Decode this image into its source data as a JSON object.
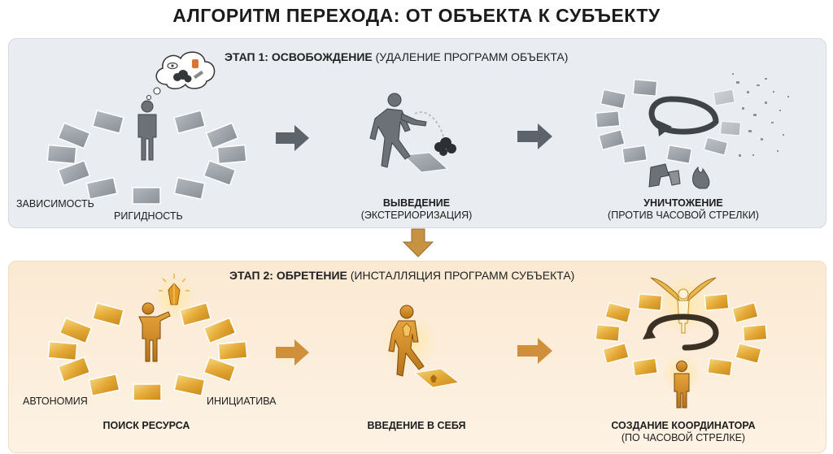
{
  "title": "АЛГОРИТМ ПЕРЕХОДА: ОТ ОБЪЕКТА К СУБЪЕКТУ",
  "stage1": {
    "title_bold": "ЭТАП 1: ОСВОБОЖДЕНИЕ",
    "title_rest": " (УДАЛЕНИЕ ПРОГРАММ ОБЪЕКТА)",
    "label_dependency": "ЗАВИСИМОСТЬ",
    "label_rigidity": "РИГИДНОСТЬ",
    "step2_title": "ВЫВЕДЕНИЕ",
    "step2_sub": "(ЭКСТЕРИОРИЗАЦИЯ)",
    "step3_title": "УНИЧТОЖЕНИЕ",
    "step3_sub": "(ПРОТИВ ЧАСОВОЙ СТРЕЛКИ)"
  },
  "stage2": {
    "title_bold": "ЭТАП 2: ОБРЕТЕНИЕ",
    "title_rest": " (ИНСТАЛЛЯЦИЯ ПРОГРАММ СУБЪЕКТА)",
    "label_autonomy": "АВТОНОМИЯ",
    "label_initiative": "ИНИЦИАТИВА",
    "step1_title": "ПОИСК РЕСУРСА",
    "step2_title": "ВВЕДЕНИЕ В СЕБЯ",
    "step3_title": "СОЗДАНИЕ КООРДИНАТОРА",
    "step3_sub": "(ПО ЧАСОВОЙ СТРЕЛКЕ)"
  },
  "colors": {
    "grey_tile": "#9aa0a7",
    "grey_figure": "#6c7178",
    "gold_tile": "#e8b84a",
    "gold_figure": "#c98a1e",
    "arrow_grey": "#5d636a",
    "arrow_gold": "#d08f3a"
  }
}
